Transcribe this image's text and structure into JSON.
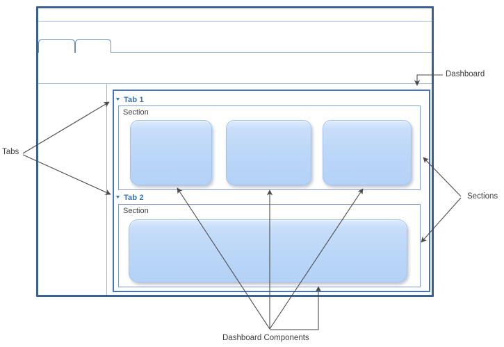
{
  "annotations": {
    "tabs": "Tabs",
    "dashboard": "Dashboard",
    "sections": "Sections",
    "components": "Dashboard Components"
  },
  "dashboard": {
    "expander_icon": "▼",
    "tabs": [
      {
        "label": "Tab 1",
        "section": {
          "label": "Section",
          "component_count": 3
        }
      },
      {
        "label": "Tab 2",
        "section": {
          "label": "Section",
          "component_count": 1
        }
      }
    ]
  },
  "colors": {
    "window_border": "#3a618f",
    "toolbar_line": "#9db8d8",
    "dashboard_border": "#4573c4",
    "section_border": "#7d9cc9",
    "component_fill": "#bad6f8",
    "component_border": "#a3c4ea",
    "tab_text": "#2e75b6",
    "annotation_text": "#3d3d3d",
    "arrow": "#4a4a4a"
  }
}
